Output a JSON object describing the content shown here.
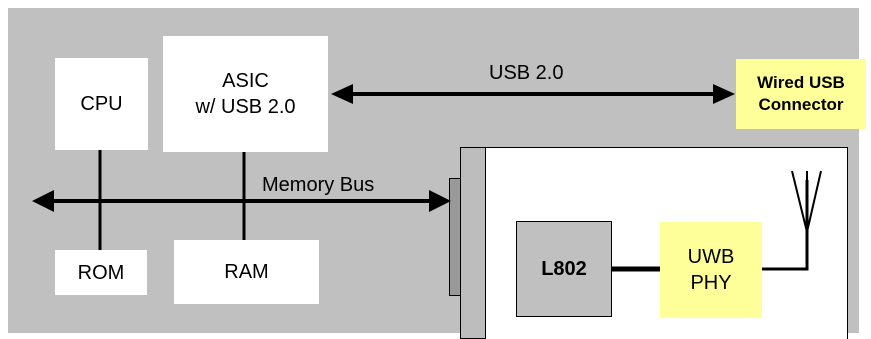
{
  "diagram": {
    "cpu": "CPU",
    "asic_line1": "ASIC",
    "asic_line2": "w/ USB 2.0",
    "rom": "ROM",
    "ram": "RAM",
    "usb_bus": "USB 2.0",
    "memory_bus": "Memory Bus",
    "wired_usb_line1": "Wired USB",
    "wired_usb_line2": "Connector",
    "l802": "L802",
    "uwb_line1": "UWB",
    "uwb_line2": "PHY"
  },
  "colors": {
    "background_area": "#c0c0c0",
    "highlight_box": "#ffff99",
    "chip_box": "#c0c0c0",
    "card_edge": "#999999"
  }
}
